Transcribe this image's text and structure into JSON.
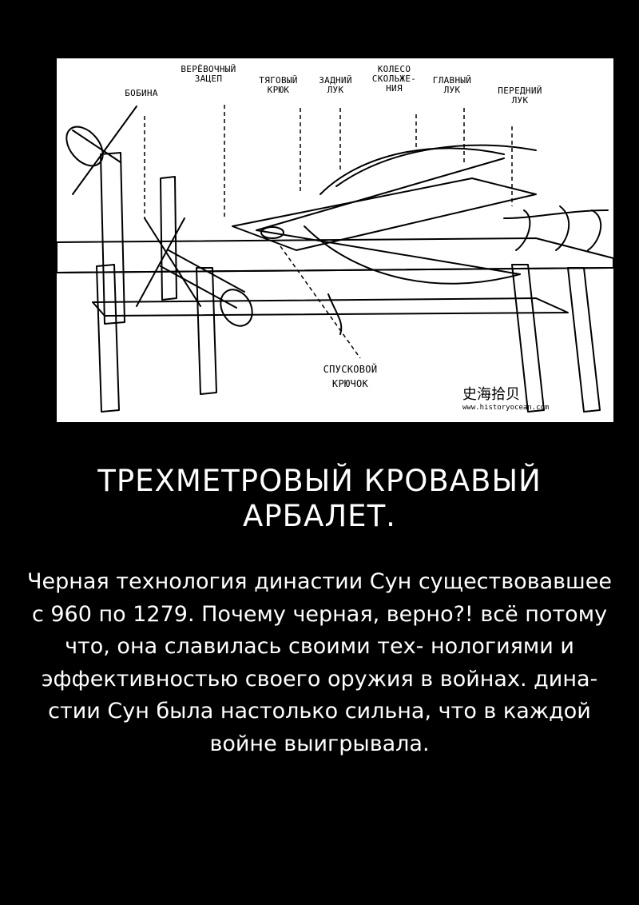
{
  "diagram": {
    "labels": {
      "bobina": "БОБИНА",
      "rope_catch": "ВЕРЁВОЧНЫЙ ЗАЦЕП",
      "pull_hook": "ТЯГОВЫЙ КРЮК",
      "rear_bow": "ЗАДНИЙ ЛУК",
      "slide_wheel": "КОЛЕСО СКОЛЬЖЕ- НИЯ",
      "main_bow": "ГЛАВНЫЙ ЛУК",
      "front_bow": "ПЕРЕДНИЙ ЛУК",
      "trigger_hook": "СПУСКОВОЙ КРЮЧОК"
    },
    "watermark": {
      "chinese": "史海拾贝",
      "url": "www.historyocean.com"
    }
  },
  "headline": "ТРЕХМЕТРОВЫЙ КРОВАВЫЙ АРБАЛЕТ.",
  "body": "Черная технология династии Сун существовавшее с 960 по 1279. Почему черная, верно?! всё потому что, она славилась своими тех- нологиями и эффективностью своего оружия в войнах. дина- стии Сун была настолько сильна, что в каждой войне выигрывала."
}
